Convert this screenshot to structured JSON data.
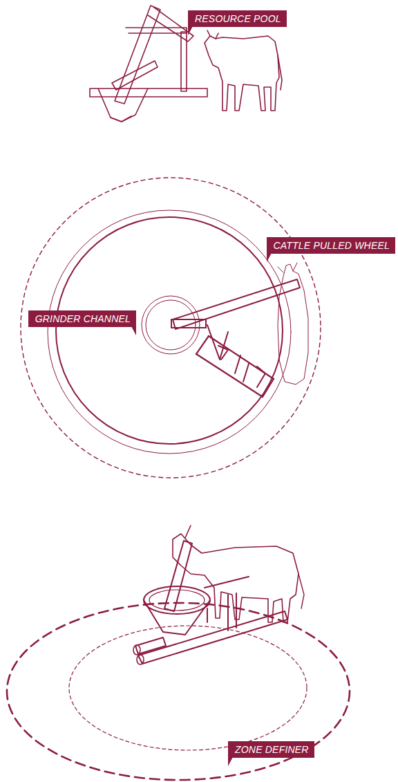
{
  "diagram": {
    "labels": [
      "RESOURCE POOL",
      "CATTLE PULLED WHEEL",
      "GRINDER CHANNEL",
      "ZONE DEFINER"
    ]
  }
}
